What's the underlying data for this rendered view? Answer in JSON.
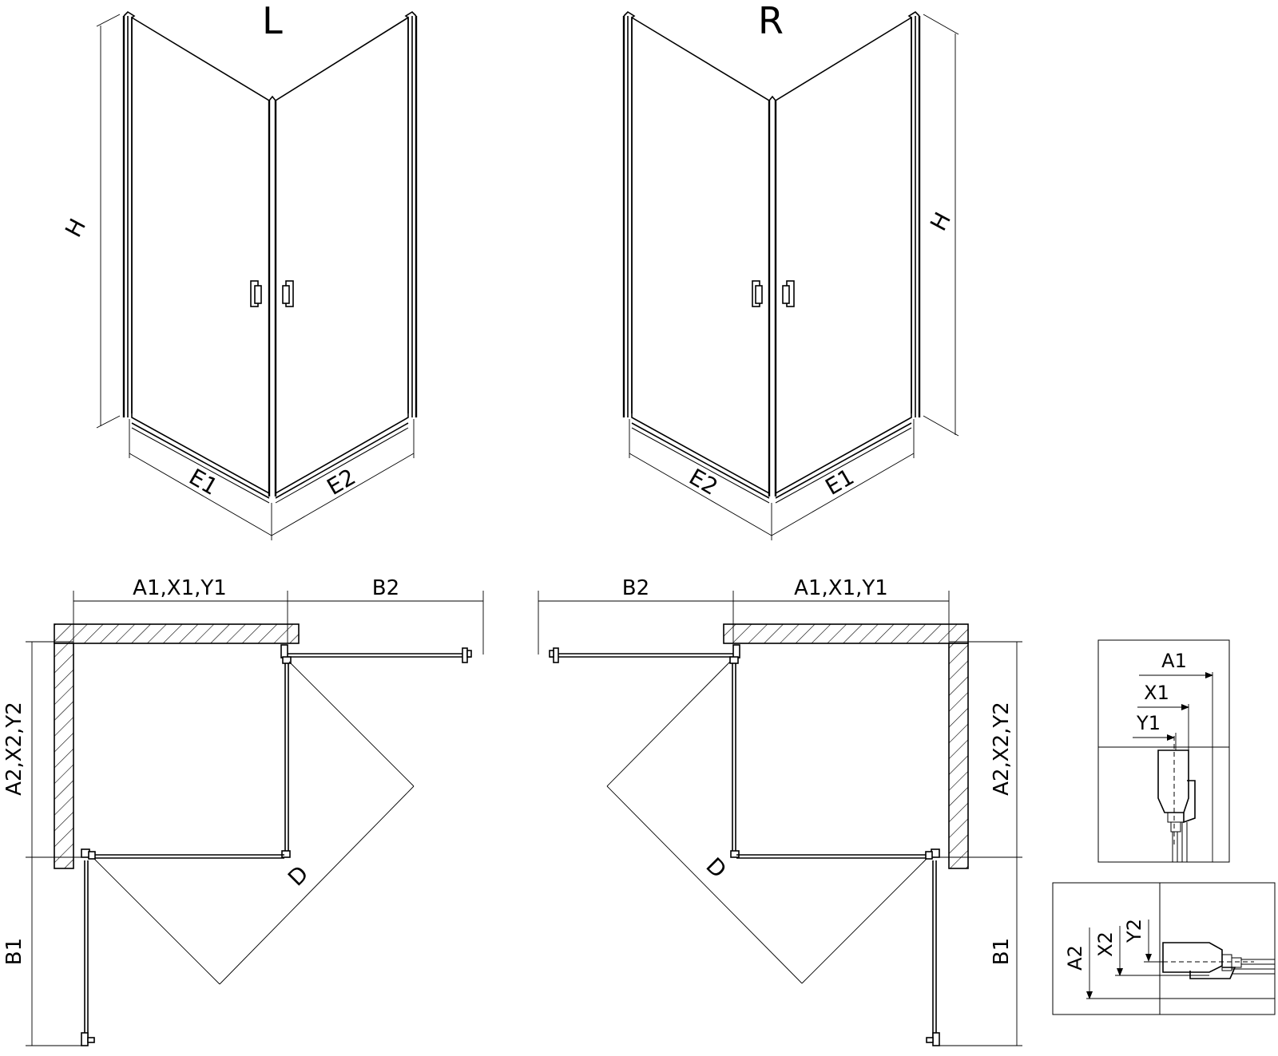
{
  "views": {
    "left_title": "L",
    "right_title": "R"
  },
  "dimensions": {
    "height": "H",
    "e1": "E1",
    "e2": "E2",
    "a1_x1_y1": "A1,X1,Y1",
    "a2_x2_y2": "A2,X2,Y2",
    "b1": "B1",
    "b2": "B2",
    "diagonal": "D"
  },
  "details": {
    "a1": "A1",
    "x1": "X1",
    "y1": "Y1",
    "a2": "A2",
    "x2": "X2",
    "y2": "Y2"
  },
  "colors": {
    "line": "#000000",
    "background": "#ffffff"
  }
}
